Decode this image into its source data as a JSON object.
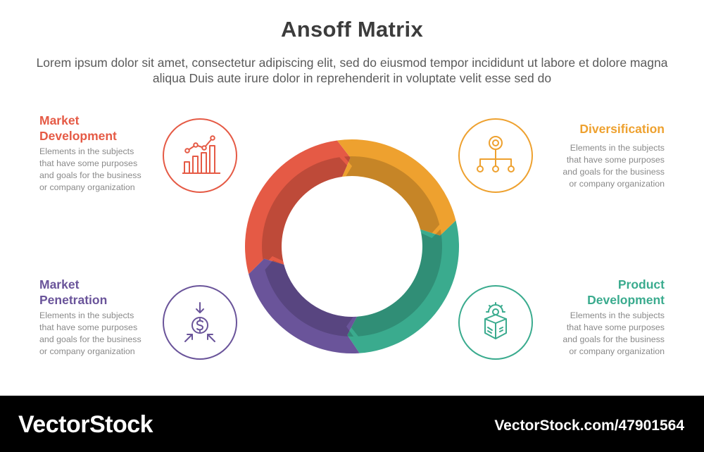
{
  "title": "Ansoff Matrix",
  "subtitle": "Lorem ipsum dolor sit amet, consectetur adipiscing elit, sed do eiusmod tempor incididunt ut labore et dolore magna aliqua Duis aute irure dolor in reprehenderit in voluptate velit esse sed do",
  "colors": {
    "market_development": "#e55a45",
    "diversification": "#eea12f",
    "product_development": "#3aab8e",
    "market_penetration": "#6a549a",
    "text_gray": "#8a8a8a",
    "title_gray": "#3c3c3c"
  },
  "blocks": {
    "market_development": {
      "heading": "Market\nDevelopment",
      "description": "Elements in the subjects\nthat have some purposes\nand goals for the  business\nor company organization",
      "icon": "bar-chart-trend-icon"
    },
    "market_penetration": {
      "heading": "Market\nPenetration",
      "description": "Elements in the subjects\nthat have some purposes\nand goals for the  business\nor company organization",
      "icon": "dollar-target-icon"
    },
    "diversification": {
      "heading": "Diversification",
      "description": "Elements in the subjects\nthat have some purposes\nand goals for the  business\nor company organization",
      "icon": "hierarchy-nodes-icon"
    },
    "product_development": {
      "heading": "Product\nDevelopment",
      "description": "Elements in the subjects\nthat have some purposes\nand goals for the  business\nor company organization",
      "icon": "gear-box-icon"
    }
  },
  "footer": {
    "brand": "VectorStock",
    "credit": "VectorStock.com/47901564"
  }
}
